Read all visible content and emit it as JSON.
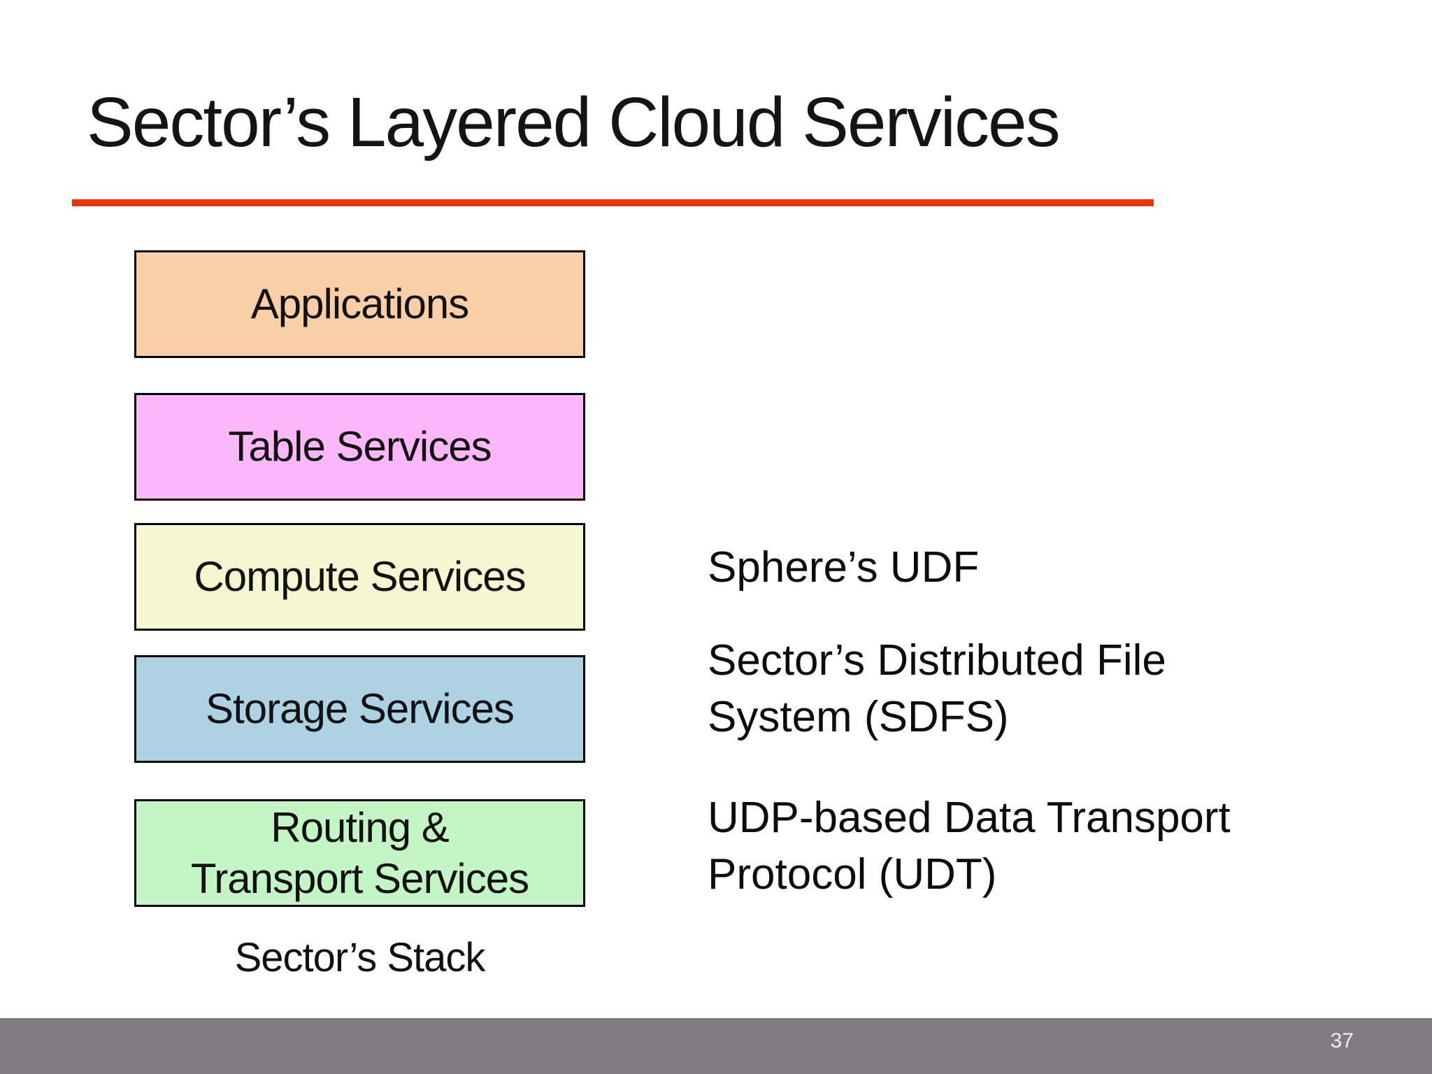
{
  "slide": {
    "title": "Sector’s Layered Cloud Services",
    "accent_color": "#f4300b",
    "stack": {
      "layers": [
        {
          "id": "applications",
          "label": "Applications",
          "fill": "#f9cfa8"
        },
        {
          "id": "table-services",
          "label": "Table Services",
          "fill": "#fab8fa"
        },
        {
          "id": "compute-services",
          "label": "Compute Services",
          "fill": "#f6f6d0"
        },
        {
          "id": "storage-services",
          "label": "Storage Services",
          "fill": "#acd2e3"
        },
        {
          "id": "routing-transport-services",
          "label": "Routing &\nTransport Services",
          "fill": "#c4f5c4"
        }
      ],
      "caption": "Sector’s Stack"
    },
    "annotations": [
      {
        "id": "sphere-udf",
        "text": "Sphere’s UDF"
      },
      {
        "id": "sector-sdfs",
        "text": "Sector’s Distributed File\nSystem (SDFS)"
      },
      {
        "id": "udt",
        "text": "UDP-based Data Transport\nProtocol (UDT)"
      }
    ],
    "footer": {
      "bar_color": "#7e7c80",
      "page_number": "37"
    }
  }
}
